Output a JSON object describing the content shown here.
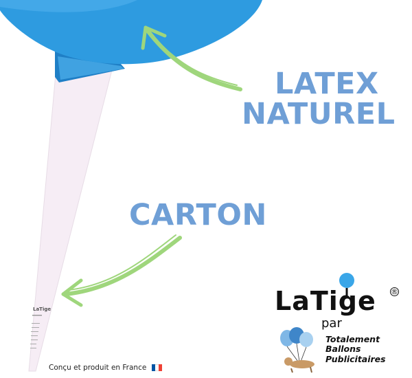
{
  "labels": {
    "latex_line1": "LATEX",
    "latex_line2": "NATUREL",
    "carton": "CARTON"
  },
  "footer": {
    "text": "Conçu et produit en France"
  },
  "brand": {
    "logo_name": "LaTige",
    "registered_mark": "®",
    "par": "par",
    "company_line1": "Totalement",
    "company_line2": "Ballons",
    "company_line3": "Publicitaires"
  },
  "stick_print": {
    "text": "LaTige"
  },
  "colors": {
    "balloon_blue": "#2e9be0",
    "label_blue": "#6f9fd6",
    "arrow_green": "#9fd67c",
    "stick_pink": "#f6edf5",
    "flag_blue": "#0055a4",
    "flag_white": "#ffffff",
    "flag_red": "#ef4135"
  },
  "icons": {
    "balloon": "balloon-icon",
    "stick": "paper-stick-icon",
    "arrow": "curved-arrow-icon",
    "flag": "france-flag-icon",
    "logo_balloon": "balloon-dot-icon",
    "dog": "dog-illustration"
  }
}
